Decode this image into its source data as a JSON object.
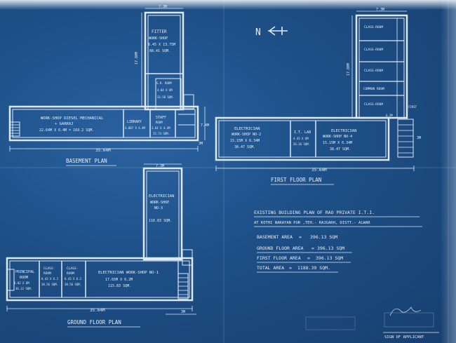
{
  "north": {
    "label": "N"
  },
  "basement": {
    "title": "BASEMENT PLAN",
    "workshop_diesel": {
      "l1": "WORK-SHOP DIESEL MECHANICAL",
      "l2": "+ GARRAJ",
      "l3": "22.64M X 6.4M = 169.2 SQM."
    },
    "fitter": {
      "l1": "FITTER",
      "l2": "WORK-SHOP",
      "l3": "6.45 X 13.75M",
      "l4": "88.41 SQM."
    },
    "gr_room": {
      "l1": "G.R. ROOM",
      "l2": "4.04 X 6M",
      "l3": "26.58 SQM."
    },
    "library": {
      "l1": "LIBRARY",
      "l2": "4.087 X 4.4M"
    },
    "staff": {
      "l1": "STAFF",
      "l2": "ROOM",
      "l3": "3.64 X 4.4M",
      "l4": "15.74 SQM."
    },
    "dim_width": "35.64M",
    "dim_height": "17.80M",
    "dim_top": "7.3M",
    "dim_side": "7.4M",
    "dim_side2": "3M"
  },
  "first_floor": {
    "title": "FIRST FLOOR PLAN",
    "elec_ws2": {
      "l1": "ELECTRICIAN",
      "l2": "WORK-SHOP NO-2",
      "l3": "15.15M X 6.34M",
      "l4": "38.47 SQM."
    },
    "it_lab": {
      "l1": "I.T. LAB",
      "l2": "4.43 X 6M",
      "l3": "26.16 SQM."
    },
    "elec_ws4": {
      "l1": "ELECTRICIAN",
      "l2": "WORK-SHOP NO-4",
      "l3": "15.15M X 6.34M",
      "l4": "38.47 SQM."
    },
    "class_rooms": [
      "CLASS-ROOM",
      "CLASS-ROOM",
      "CLASS-ROOM",
      "CLASS-ROOM"
    ],
    "common_room": "COMMON ROOM",
    "dim_width": "35.64M",
    "dim_height": "17.80M",
    "dim_top": "7.3M",
    "dim_side": "3M",
    "dim_small": "6.2M",
    "dim_first": "FIRST"
  },
  "ground_floor": {
    "title": "GROUND FLOOR PLAN",
    "principal": {
      "l1": "PRINCIPAL",
      "l2": "ROOM",
      "l3": "6.02 X 6M",
      "l4": "36.12 SQM."
    },
    "class1": {
      "l1": "CLASS-",
      "l2": "ROOM",
      "l3": "6.43 X 6.2",
      "l4": "38.56 SQM."
    },
    "class2": {
      "l1": "CLASS-",
      "l2": "ROOM",
      "l3": "6.43 X 6.2",
      "l4": "38.56 SQM."
    },
    "elec_ws1": {
      "l1": "ELECTRICIAN WORK-SHOP NO-1",
      "l2": "17.65M X 6.2M",
      "l3": "115.83 SQM."
    },
    "elec_ws3": {
      "l1": "ELECTRICIAN",
      "l2": "WORK-SHOP",
      "l3": "NO-3",
      "l4": "116.83 SQM."
    },
    "dim_width": "35.64M",
    "dim_top": "7.3M",
    "dim_side": "3M"
  },
  "info": {
    "title_line1": "EXISTING BUILDING PLAN OF RAO PRIVATE I.T.I.",
    "title_line2": "AT KOTHI NARAYAN PUR ,TEH.- RAJGARH, DISTT.- ALWAR",
    "areas": [
      {
        "label": "BASEMENT AREA",
        "value": "396.13 SQM"
      },
      {
        "label": "GROUND FLOOR AREA",
        "value": "396.13 SQM"
      },
      {
        "label": "FIRST FLOOR AREA",
        "value": "396.13 SQM"
      },
      {
        "label": "TOTAL AREA",
        "value": "1188.39 SQM."
      }
    ],
    "signature_label": "SIGN OF APPLICANT"
  }
}
